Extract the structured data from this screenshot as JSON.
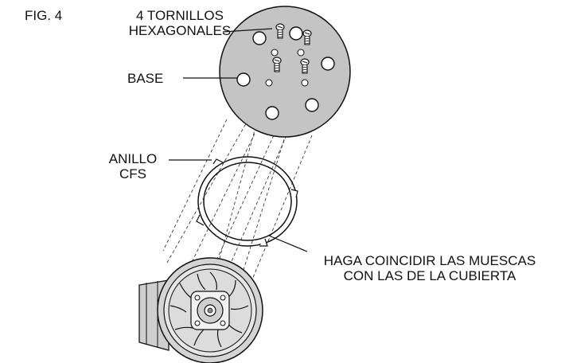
{
  "figure_label": "FIG. 4",
  "labels": {
    "screws_line1": "4 TORNILLOS",
    "screws_line2": "HEXAGONALES",
    "base": "BASE",
    "ring_line1": "ANILLO",
    "ring_line2": "CFS",
    "notch_line1": "HAGA COINCIDIR LAS MUESCAS",
    "notch_line2": "CON LAS DE LA CUBIERTA"
  }
}
